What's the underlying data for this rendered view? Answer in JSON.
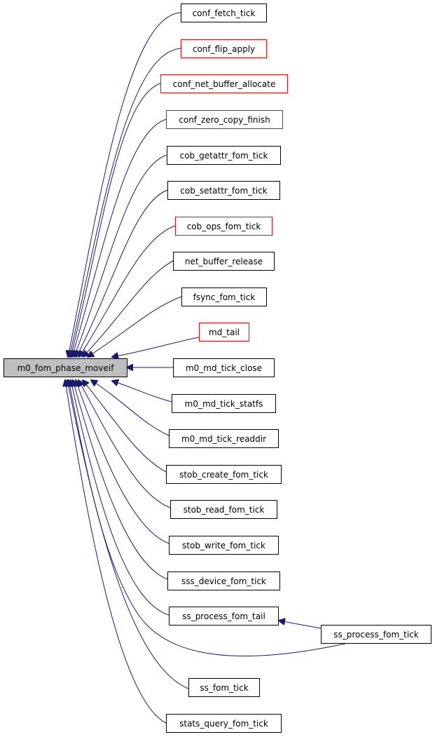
{
  "colors": {
    "edge": "#191970",
    "focus_fill": "#bfbfbf",
    "node_fill": "#ffffff",
    "normal_border": "#000000",
    "truncated_border": "#ff0000"
  },
  "focus_node": {
    "label": "m0_fom_phase_moveif"
  },
  "caller_nodes": [
    {
      "label": "conf_fetch_tick",
      "border": "normal"
    },
    {
      "label": "conf_flip_apply",
      "border": "truncated"
    },
    {
      "label": "conf_net_buffer_allocate",
      "border": "truncated"
    },
    {
      "label": "conf_zero_copy_finish",
      "border": "truncated"
    },
    {
      "label": "cob_getattr_fom_tick",
      "border": "normal"
    },
    {
      "label": "cob_setattr_fom_tick",
      "border": "normal"
    },
    {
      "label": "cob_ops_fom_tick",
      "border": "truncated"
    },
    {
      "label": "net_buffer_release",
      "border": "normal"
    },
    {
      "label": "fsync_fom_tick",
      "border": "normal"
    },
    {
      "label": "md_tail",
      "border": "truncated"
    },
    {
      "label": "m0_md_tick_close",
      "border": "normal"
    },
    {
      "label": "m0_md_tick_statfs",
      "border": "normal"
    },
    {
      "label": "m0_md_tick_readdir",
      "border": "normal"
    },
    {
      "label": "stob_create_fom_tick",
      "border": "normal"
    },
    {
      "label": "stob_read_fom_tick",
      "border": "normal"
    },
    {
      "label": "stob_write_fom_tick",
      "border": "normal"
    },
    {
      "label": "sss_device_fom_tick",
      "border": "normal"
    },
    {
      "label": "ss_process_fom_tail",
      "border": "normal"
    },
    {
      "label": "ss_process_fom_tick",
      "border": "normal"
    },
    {
      "label": "ss_fom_tick",
      "border": "normal"
    },
    {
      "label": "stats_query_fom_tick",
      "border": "normal"
    }
  ],
  "edges": [
    {
      "from": "conf_fetch_tick",
      "to": "m0_fom_phase_moveif"
    },
    {
      "from": "conf_flip_apply",
      "to": "m0_fom_phase_moveif"
    },
    {
      "from": "conf_net_buffer_allocate",
      "to": "m0_fom_phase_moveif"
    },
    {
      "from": "conf_zero_copy_finish",
      "to": "m0_fom_phase_moveif"
    },
    {
      "from": "cob_getattr_fom_tick",
      "to": "m0_fom_phase_moveif"
    },
    {
      "from": "cob_setattr_fom_tick",
      "to": "m0_fom_phase_moveif"
    },
    {
      "from": "cob_ops_fom_tick",
      "to": "m0_fom_phase_moveif"
    },
    {
      "from": "net_buffer_release",
      "to": "m0_fom_phase_moveif"
    },
    {
      "from": "fsync_fom_tick",
      "to": "m0_fom_phase_moveif"
    },
    {
      "from": "md_tail",
      "to": "m0_fom_phase_moveif"
    },
    {
      "from": "m0_md_tick_close",
      "to": "m0_fom_phase_moveif"
    },
    {
      "from": "m0_md_tick_statfs",
      "to": "m0_fom_phase_moveif"
    },
    {
      "from": "m0_md_tick_readdir",
      "to": "m0_fom_phase_moveif"
    },
    {
      "from": "stob_create_fom_tick",
      "to": "m0_fom_phase_moveif"
    },
    {
      "from": "stob_read_fom_tick",
      "to": "m0_fom_phase_moveif"
    },
    {
      "from": "stob_write_fom_tick",
      "to": "m0_fom_phase_moveif"
    },
    {
      "from": "sss_device_fom_tick",
      "to": "m0_fom_phase_moveif"
    },
    {
      "from": "ss_process_fom_tail",
      "to": "m0_fom_phase_moveif"
    },
    {
      "from": "ss_process_fom_tick",
      "to": "m0_fom_phase_moveif"
    },
    {
      "from": "ss_process_fom_tick",
      "to": "ss_process_fom_tail"
    },
    {
      "from": "ss_fom_tick",
      "to": "m0_fom_phase_moveif"
    },
    {
      "from": "stats_query_fom_tick",
      "to": "m0_fom_phase_moveif"
    }
  ]
}
